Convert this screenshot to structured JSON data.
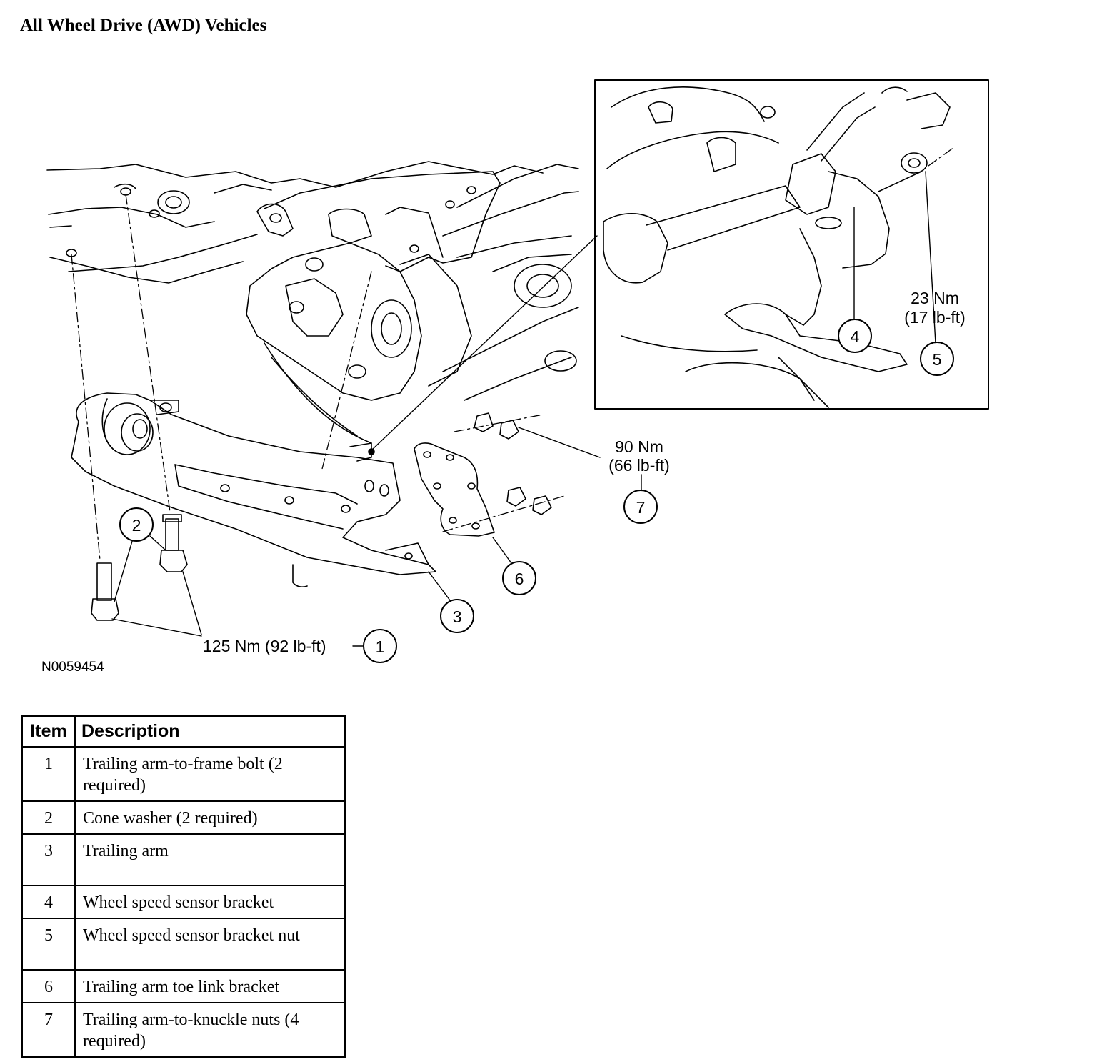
{
  "title": "All Wheel Drive (AWD) Vehicles",
  "figure_id": "N0059454",
  "callouts": {
    "torque_1": "125 Nm (92 lb-ft)",
    "torque_5_nm": "23 Nm",
    "torque_5_lbft": "(17 lb-ft)",
    "torque_7_nm": "90 Nm",
    "torque_7_lbft": "(66 lb-ft)",
    "n1": "1",
    "n2": "2",
    "n3": "3",
    "n4": "4",
    "n5": "5",
    "n6": "6",
    "n7": "7"
  },
  "table": {
    "headers": {
      "item": "Item",
      "description": "Description"
    },
    "rows": [
      {
        "item": "1",
        "description": "Trailing arm-to-frame bolt (2 required)"
      },
      {
        "item": "2",
        "description": "Cone washer (2 required)"
      },
      {
        "item": "3",
        "description": "Trailing arm"
      },
      {
        "item": "4",
        "description": "Wheel speed sensor bracket"
      },
      {
        "item": "5",
        "description": "Wheel speed sensor bracket nut"
      },
      {
        "item": "6",
        "description": "Trailing arm toe link bracket"
      },
      {
        "item": "7",
        "description": "Trailing arm-to-knuckle nuts (4 required)"
      }
    ]
  }
}
